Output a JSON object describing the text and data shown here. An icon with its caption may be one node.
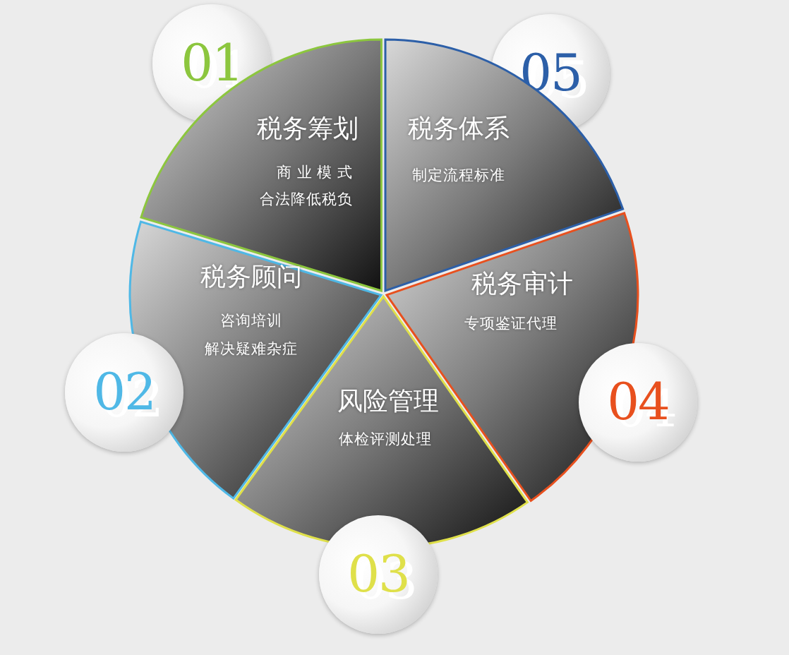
{
  "diagram": {
    "nodes": [
      {
        "text": [
          "01"
        ]
      },
      {
        "text": [
          "05"
        ]
      },
      {
        "text": [
          "税务筹划",
          "商 业 模 式",
          "合法降低税负"
        ]
      },
      {
        "text": [
          "税务体系",
          "制定流程标准"
        ]
      },
      {
        "text": [
          "税务顾问",
          "咨询培训",
          "解决疑难杂症"
        ]
      },
      {
        "text": [
          "税务审计",
          "专项鉴证代理"
        ]
      },
      {
        "text": [
          "风险管理",
          "体检评测处理"
        ]
      },
      {
        "text": [
          "02"
        ]
      },
      {
        "text": [
          "04"
        ]
      },
      {
        "text": [
          "03"
        ]
      }
    ]
  }
}
